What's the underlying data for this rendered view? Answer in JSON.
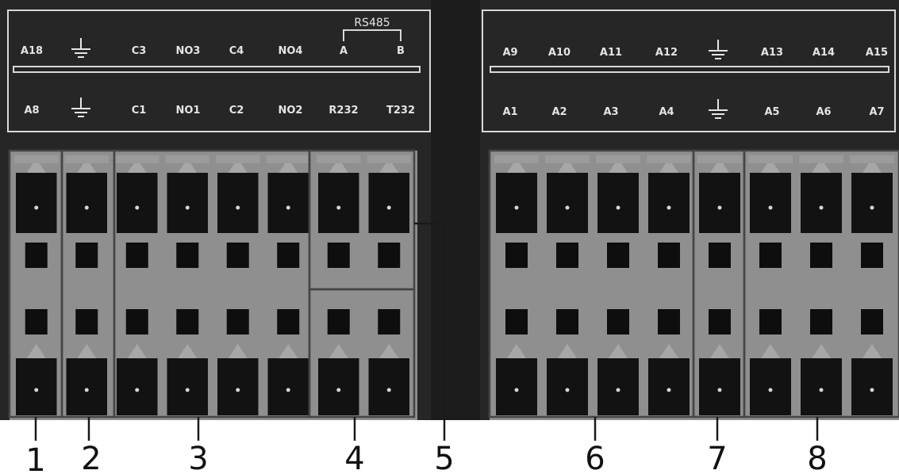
{
  "panel_left": {
    "top_row": [
      "A18",
      "ground-symbol",
      "C3",
      "NO3",
      "C4",
      "NO4",
      "A",
      "B"
    ],
    "bus_label": "RS485",
    "bottom_row": [
      "A8",
      "ground-symbol",
      "C1",
      "NO1",
      "C2",
      "NO2",
      "R232",
      "T232"
    ]
  },
  "panel_right": {
    "top_row": [
      "A9",
      "A10",
      "A11",
      "A12",
      "ground-symbol",
      "A13",
      "A14",
      "A15"
    ],
    "bottom_row": [
      "A1",
      "A2",
      "A3",
      "A4",
      "ground-symbol",
      "A5",
      "A6",
      "A7"
    ]
  },
  "callouts": [
    "1",
    "2",
    "3",
    "4",
    "5",
    "6",
    "7",
    "8"
  ],
  "icons": [
    "ground-icon"
  ],
  "colors": {
    "panel": "#262626",
    "connector": "#8f8f8f",
    "slot": "#0e0e0e",
    "label_text": "#e4e4e4",
    "callout_text": "#111111"
  }
}
